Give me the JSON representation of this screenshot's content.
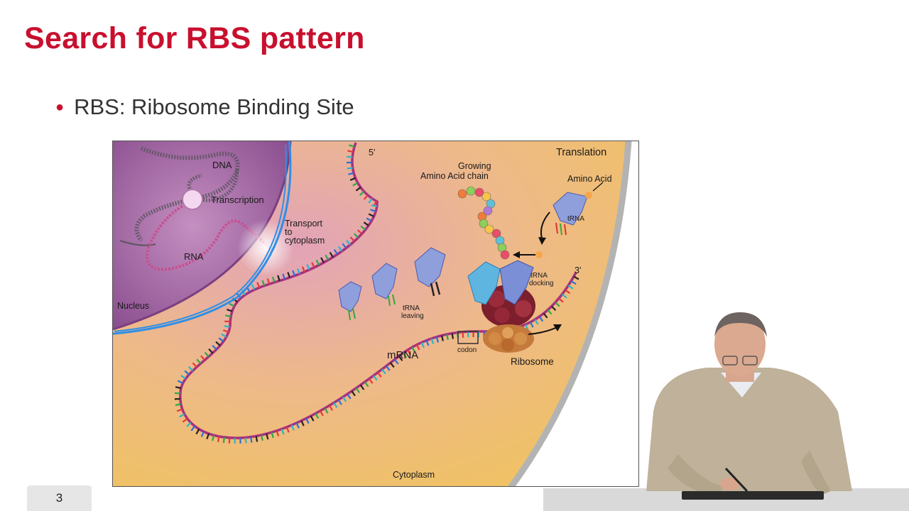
{
  "slide": {
    "title": "Search for RBS pattern",
    "bullet": "RBS: Ribosome Binding Site",
    "page_number": "3"
  },
  "diagram": {
    "labels": {
      "dna": "DNA",
      "transcription": "Transcription",
      "rna": "RNA",
      "transport_line1": "Transport",
      "transport_line2": "to",
      "transport_line3": "cytoplasm",
      "nucleus": "Nucleus",
      "five_prime": "5'",
      "three_prime": "3'",
      "growing_line1": "Growing",
      "growing_line2": "Amino Acid chain",
      "translation": "Translation",
      "amino_acid": "Amino Acid",
      "trna": "tRNA",
      "trna_docking_line1": "tRNA",
      "trna_docking_line2": "docking",
      "trna_leaving_line1": "tRNA",
      "trna_leaving_line2": "leaving",
      "mrna": "mRNA",
      "codon": "codon",
      "ribosome": "Ribosome",
      "cytoplasm": "Cytoplasm"
    },
    "colors": {
      "mrna_backbone": "#a8307c",
      "annotation_stroke": "#2f8fe6",
      "nucleus": "#9a5a9e",
      "cytoplasm": "#f0c45a",
      "cell_membrane": "#b3b3b3"
    }
  }
}
